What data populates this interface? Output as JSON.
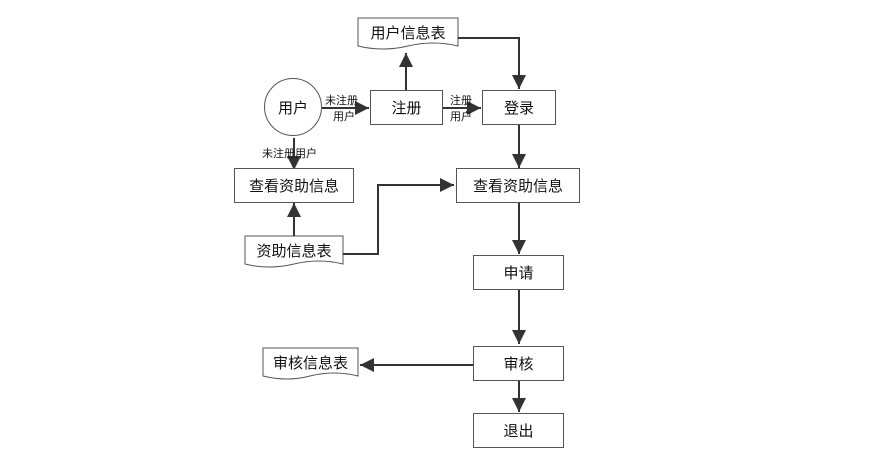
{
  "nodes": {
    "user": "用户",
    "register": "注册",
    "login": "登录",
    "user_table": "用户信息表",
    "view_left": "查看资助信息",
    "view_right": "查看资助信息",
    "aid_table": "资助信息表",
    "apply": "申请",
    "review": "审核",
    "review_table": "审核信息表",
    "exit": "退出"
  },
  "edge_labels": {
    "user_to_register_l1": "未注册",
    "user_to_register_l2": "用户",
    "register_to_login_l1": "注册",
    "register_to_login_l2": "用户",
    "user_to_view": "未注册用户"
  }
}
